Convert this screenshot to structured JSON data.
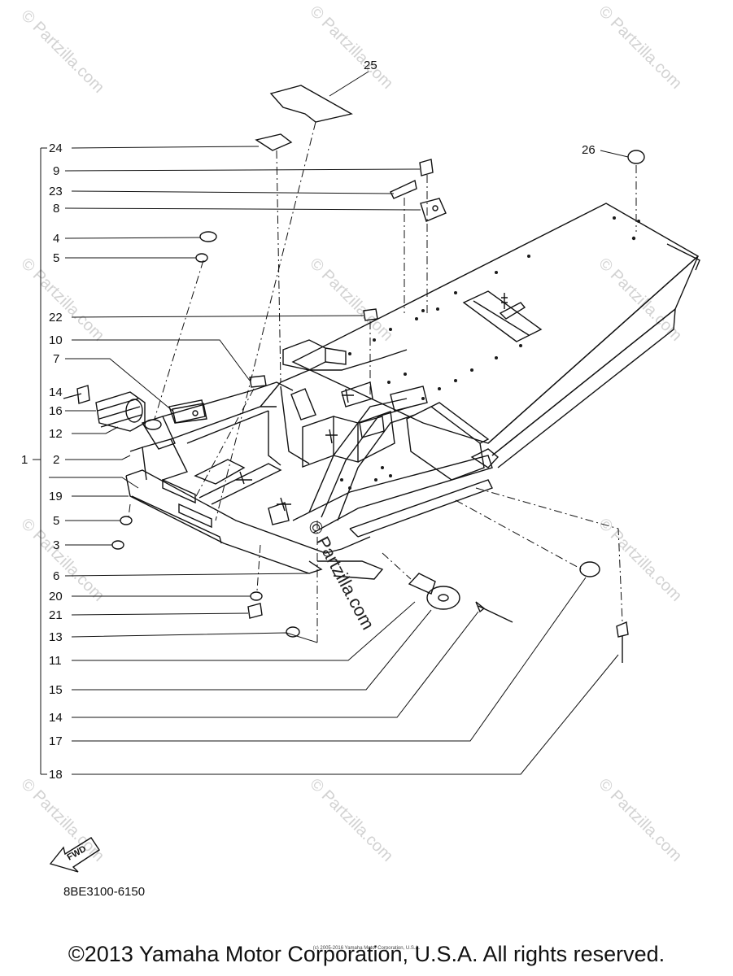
{
  "diagram": {
    "callouts": {
      "c1": "1",
      "c2": "2",
      "c3": "3",
      "c4": "4",
      "c5a": "5",
      "c5b": "5",
      "c6": "6",
      "c7": "7",
      "c8": "8",
      "c9": "9",
      "c10": "10",
      "c11": "11",
      "c12": "12",
      "c13": "13",
      "c14a": "14",
      "c14b": "14",
      "c15": "15",
      "c16": "16",
      "c17": "17",
      "c18": "18",
      "c19": "19",
      "c20": "20",
      "c21": "21",
      "c22": "22",
      "c23": "23",
      "c24": "24",
      "c25": "25",
      "c26": "26"
    },
    "fwd_label": "FWD",
    "watermark": "© Partzilla.com",
    "center_watermark": "© Partzilla.com",
    "part_code": "8BE3100-6150",
    "copyright_small": "(c) 2005-2016 Yamaha Motor Corporation, U.S.A.",
    "copyright": "©2013 Yamaha Motor Corporation, U.S.A. All rights reserved."
  }
}
